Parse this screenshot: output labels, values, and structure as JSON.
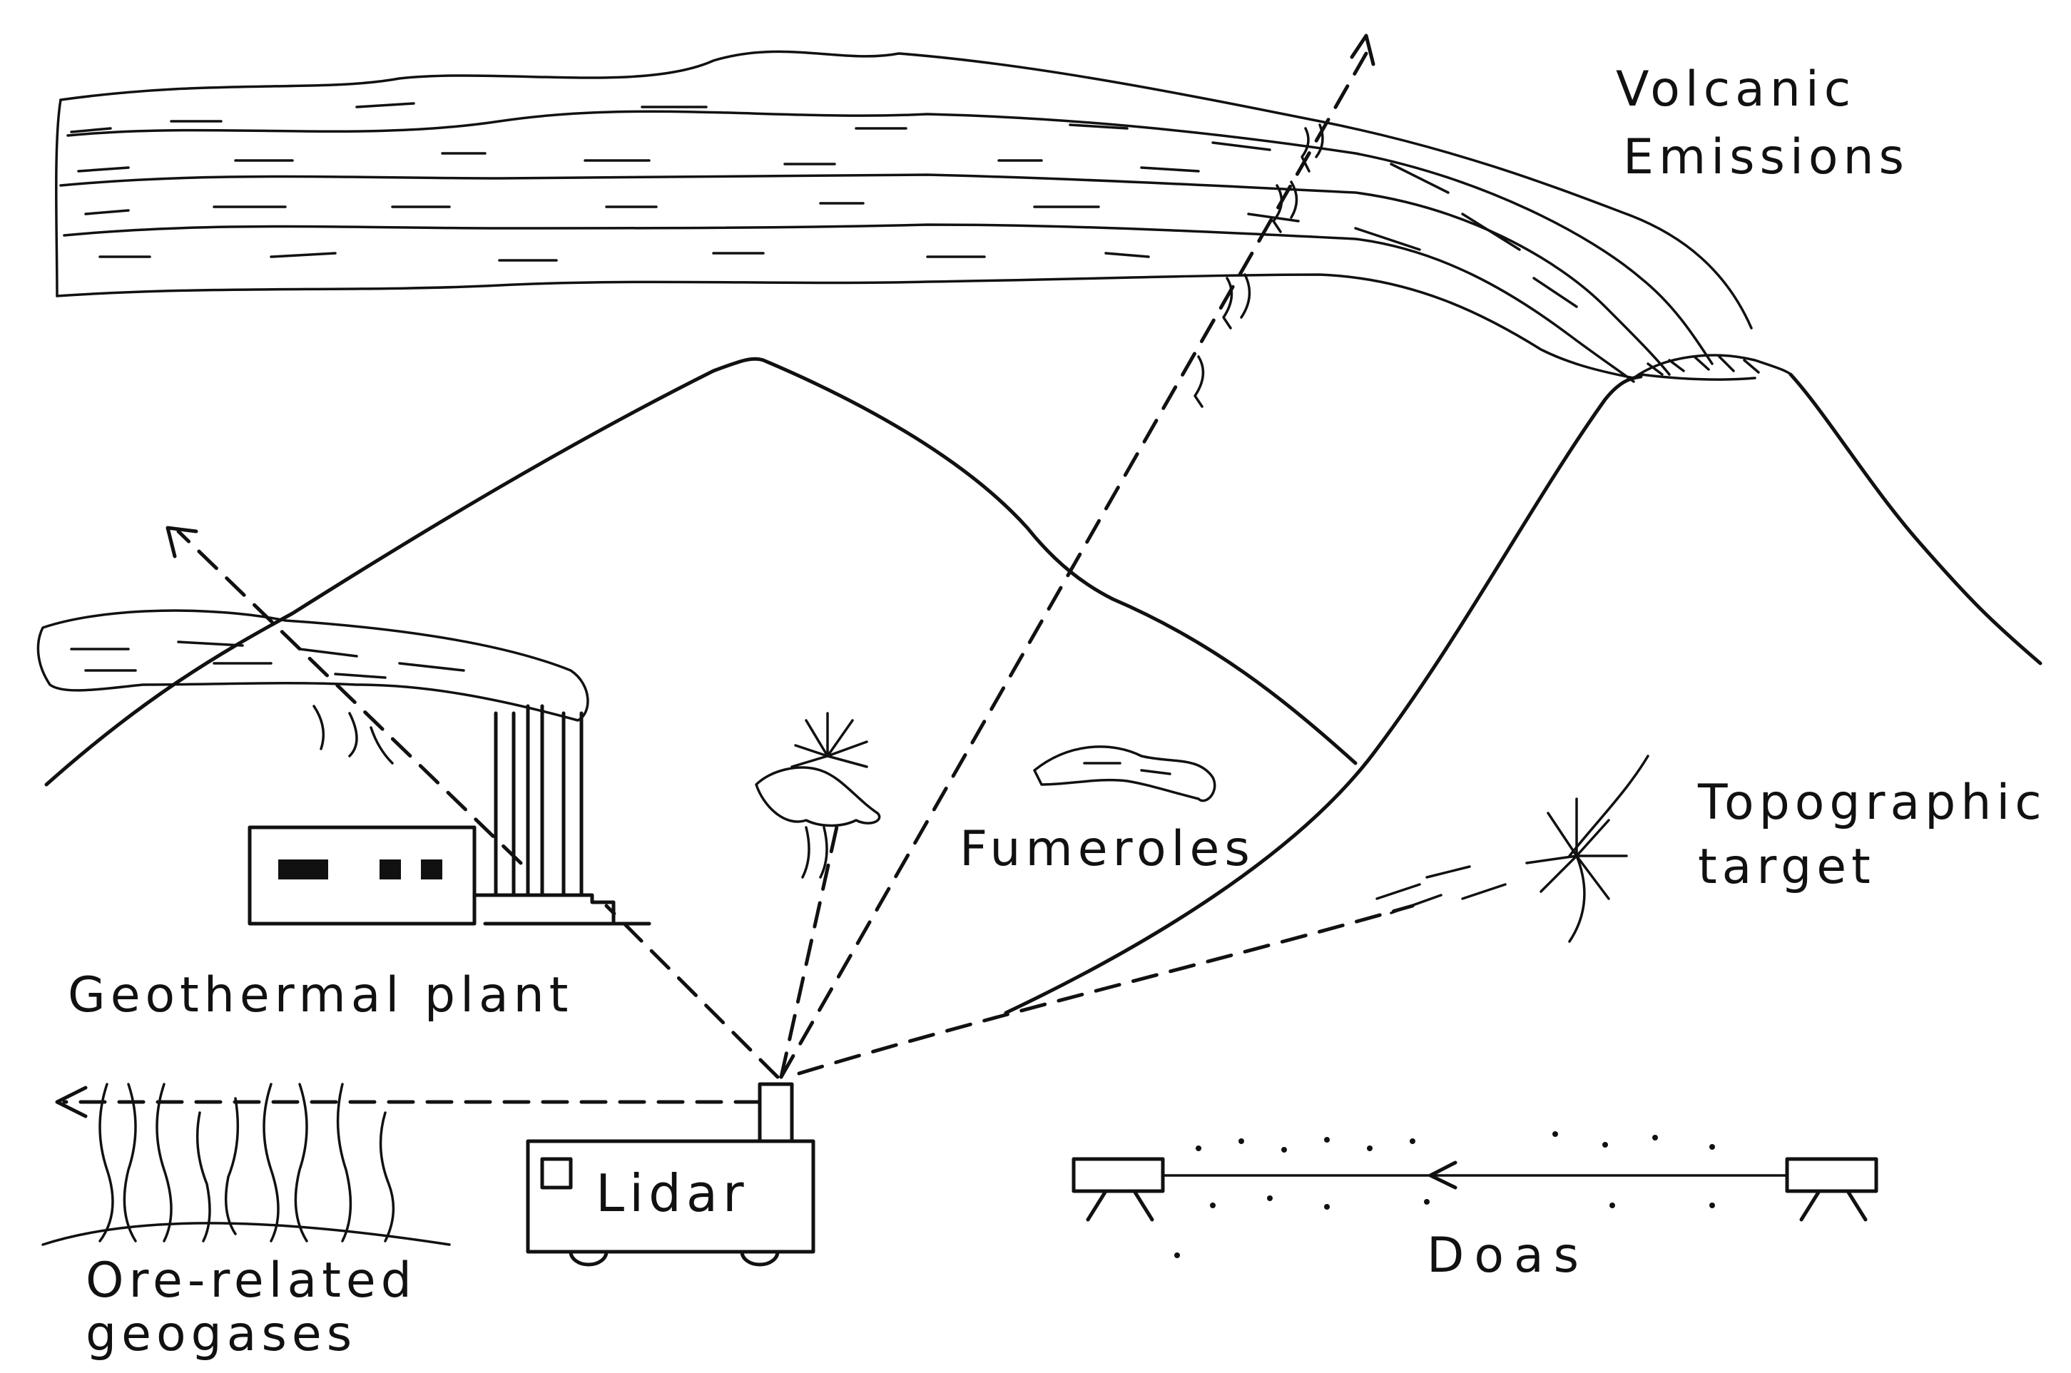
{
  "labels": {
    "volcanic_emissions_line1": "Volcanic",
    "volcanic_emissions_line2": "Emissions",
    "topographic_target_line1": "Topographic",
    "topographic_target_line2": "target",
    "fumeroles": "Fumeroles",
    "geothermal_plant": "Geothermal plant",
    "lidar": "Lidar",
    "ore_related_line1": "Ore-related",
    "ore_related_line2": "geogases",
    "doas": "Doas"
  }
}
